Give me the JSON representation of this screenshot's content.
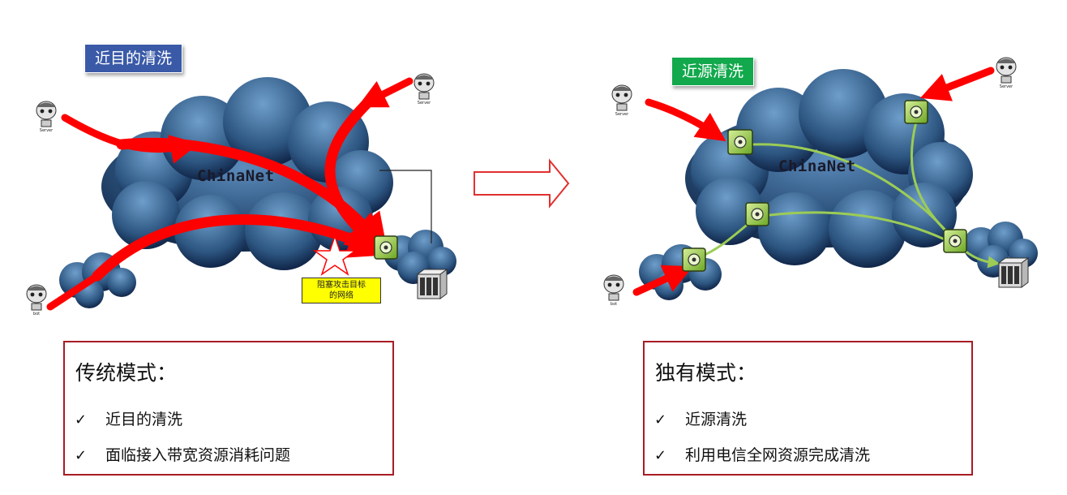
{
  "left_panel": {
    "badge": "近目的清洗",
    "cloud_label": "ChinaNet",
    "note_line1": "阻塞攻击目标",
    "note_line2": "的网络",
    "box_title": "传统模式：",
    "items": [
      "近目的清洗",
      "面临接入带宽资源消耗问题"
    ]
  },
  "right_panel": {
    "badge": "近源清洗",
    "cloud_label": "ChinaNet",
    "box_title": "独有模式：",
    "items": [
      "近源清洗",
      "利用电信全网资源完成清洗"
    ]
  },
  "check_mark": "✓",
  "hacker_labels": [
    "Server",
    "bot"
  ],
  "colors": {
    "attack_red": "#ff0000",
    "clean_green": "#9ccc55",
    "badge_blue": "#3a5aa8",
    "badge_green": "#12a84c",
    "box_border": "#a81c24",
    "note_yellow": "#ffff00"
  },
  "icons": [
    "hacker-icon",
    "scrubber-icon",
    "server-icon",
    "star-icon",
    "arrow-right-icon"
  ]
}
